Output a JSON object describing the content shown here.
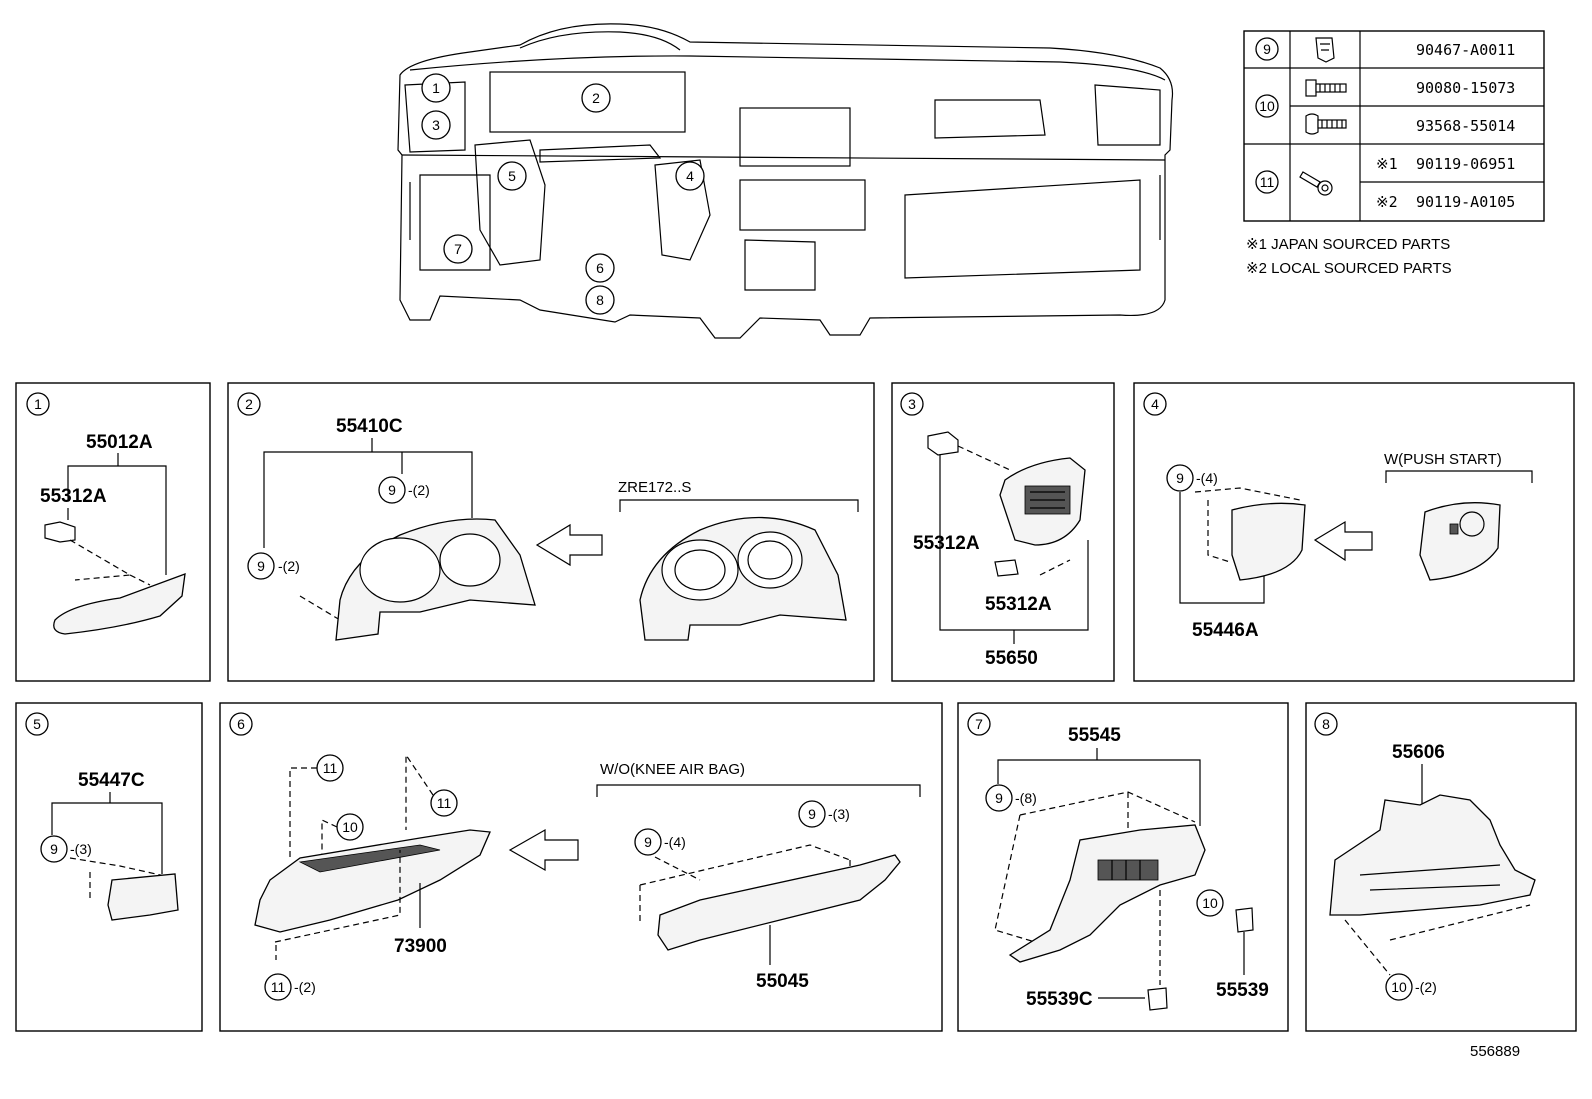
{
  "main_callouts": [
    "1",
    "2",
    "3",
    "4",
    "5",
    "6",
    "7",
    "8"
  ],
  "fastener_table": {
    "rows": [
      {
        "ref": "9",
        "icon": "clip-icon",
        "mark": "",
        "part": "90467-A0011"
      },
      {
        "ref": "10",
        "icon": "screw-icon",
        "mark": "",
        "part": "90080-15073"
      },
      {
        "ref": "",
        "icon": "screw-icon",
        "mark": "",
        "part": "93568-55014"
      },
      {
        "ref": "11",
        "icon": "bolt-icon",
        "mark": "※1",
        "part": "90119-06951"
      },
      {
        "ref": "",
        "icon": "",
        "mark": "※2",
        "part": "90119-A0105"
      }
    ],
    "notes": [
      "※1 JAPAN SOURCED PARTS",
      "※2 LOCAL SOURCED PARTS"
    ]
  },
  "panels": {
    "p1": {
      "num": "1",
      "labels": [
        "55012A",
        "55312A"
      ]
    },
    "p2": {
      "num": "2",
      "labels": [
        "55410C"
      ],
      "callouts": [
        "9",
        "9"
      ],
      "qty": [
        "-(2)",
        "-(2)"
      ],
      "variant": "ZRE172..S"
    },
    "p3": {
      "num": "3",
      "labels": [
        "55312A",
        "55312A",
        "55650"
      ]
    },
    "p4": {
      "num": "4",
      "labels": [
        "55446A"
      ],
      "callouts": [
        "9"
      ],
      "qty": [
        "-(4)"
      ],
      "variant": "W(PUSH START)"
    },
    "p5": {
      "num": "5",
      "labels": [
        "55447C"
      ],
      "callouts": [
        "9"
      ],
      "qty": [
        "-(3)"
      ]
    },
    "p6": {
      "num": "6",
      "labels": [
        "73900",
        "55045"
      ],
      "callouts": [
        "11",
        "10",
        "11",
        "11",
        "9",
        "9"
      ],
      "qty": [
        "-(2)",
        "-(4)",
        "-(3)"
      ],
      "variant": "W/O(KNEE AIR BAG)"
    },
    "p7": {
      "num": "7",
      "labels": [
        "55545",
        "55539",
        "55539C"
      ],
      "callouts": [
        "9",
        "10"
      ],
      "qty": [
        "-(8)"
      ]
    },
    "p8": {
      "num": "8",
      "labels": [
        "55606"
      ],
      "callouts": [
        "10"
      ],
      "qty": [
        "-(2)"
      ]
    }
  },
  "diagram_id": "556889"
}
